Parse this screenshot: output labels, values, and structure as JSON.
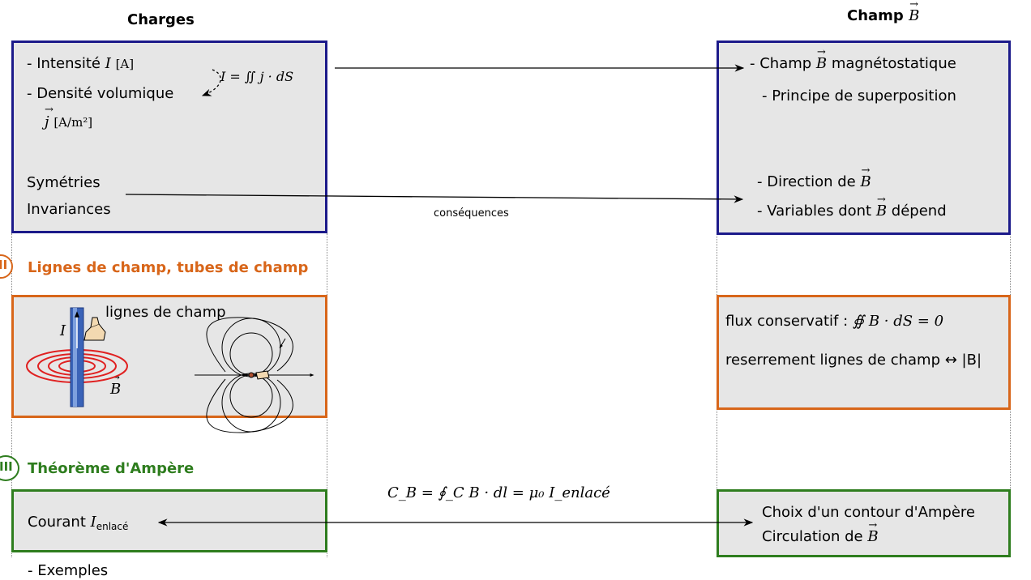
{
  "headers": {
    "left": "Charges",
    "right": "Champ ",
    "right_symbol": "B"
  },
  "charges_box": {
    "intensite_label": "- Intensité ",
    "intensite_var": "I",
    "intensite_unit": "[A]",
    "densite_label": "- Densité volumique",
    "densite_var": "j",
    "densite_unit": "[A/m²]",
    "relation": "I = ∬ j · dS",
    "symetries": "Symétries",
    "invariances": "Invariances"
  },
  "champ_box": {
    "item1_prefix": "- Champ ",
    "item1_suffix": " magnétostatique",
    "item1_symbol": "B",
    "item2": "- Principe de superposition",
    "item3_prefix": "- Direction de ",
    "item3_symbol": "B",
    "item4_prefix": "- Variables dont ",
    "item4_symbol": "B",
    "item4_suffix": " dépend"
  },
  "consequences_label": "conséquences",
  "section2": {
    "number": "II",
    "title": "Lignes de champ, tubes de champ",
    "left_box": {
      "label": "lignes de champ",
      "current_symbol": "I",
      "field_symbol": "B"
    },
    "right_box": {
      "line1_prefix": "flux conservatif : ",
      "line1_formula": "∯ B · dS = 0",
      "line2": "reserrement lignes de champ ↔ |B|"
    }
  },
  "section3": {
    "number": "III",
    "title": "Théorème d'Ampère",
    "formula": "C_B = ∮_C B · dl = μ₀ I_enlacé",
    "left_box": {
      "label": "Courant ",
      "var": "I",
      "sub": "enlacé"
    },
    "right_box": {
      "line1": "Choix d'un contour d'Ampère",
      "line2_prefix": "Circulation de ",
      "line2_symbol": "B"
    }
  },
  "footer": {
    "exemples": "- Exemples"
  },
  "colors": {
    "blue": "#1c1a8a",
    "orange": "#d8661a",
    "green": "#2e7d1e",
    "box_fill": "#e6e6e6"
  }
}
